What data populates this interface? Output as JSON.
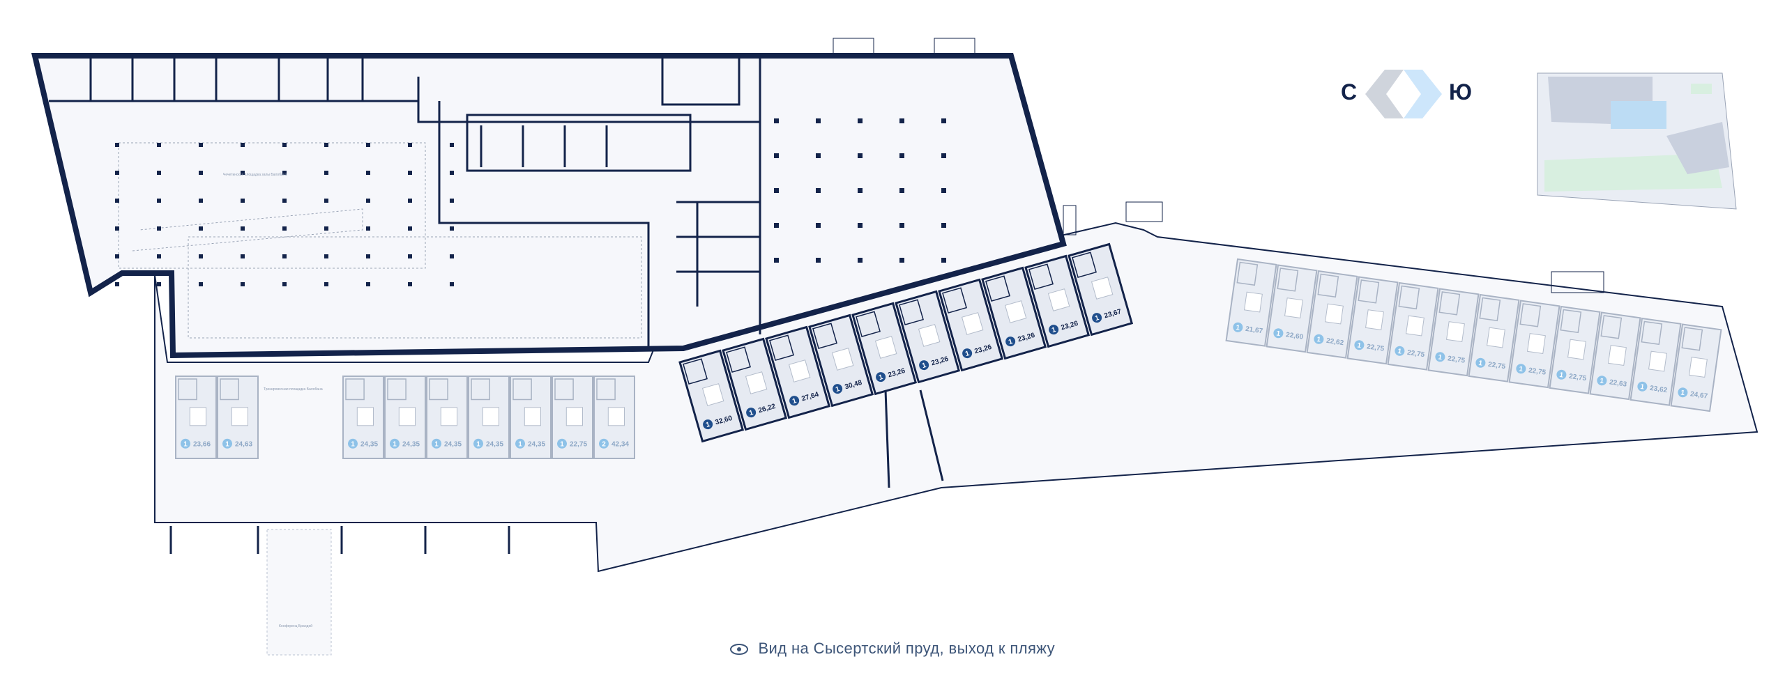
{
  "compass": {
    "north": "С",
    "south": "Ю"
  },
  "view_caption": "Вид на Сысертский пруд, выход к пляжу",
  "colors": {
    "wall": "#13234a",
    "floor": "#f6f7fb",
    "unit_selected": "#e6eaf2",
    "unit_faded": "#e9edf4",
    "badge_dark": "#1f4e8c",
    "badge_light": "#8ec2e8",
    "minimap_highlight": "#bcdcf4",
    "minimap_green": "#d8efe0",
    "minimap_block": "#c9d0de"
  },
  "rooms": {
    "hall_label": "Чечетинская площадка залы Балобана",
    "lobby_label": "Тренировочная площадка Балобана",
    "pier_label": "Конференц Брандей"
  },
  "units_left": [
    {
      "rooms": "1",
      "area": "23,66"
    },
    {
      "rooms": "1",
      "area": "24,63"
    },
    {
      "rooms": "1",
      "area": "24,35"
    },
    {
      "rooms": "1",
      "area": "24,35"
    },
    {
      "rooms": "1",
      "area": "24,35"
    },
    {
      "rooms": "1",
      "area": "24,35"
    },
    {
      "rooms": "1",
      "area": "24,35"
    },
    {
      "rooms": "1",
      "area": "22,75"
    },
    {
      "rooms": "2",
      "area": "42,34"
    }
  ],
  "units_center": [
    {
      "rooms": "1",
      "area": "32,60"
    },
    {
      "rooms": "1",
      "area": "26,22"
    },
    {
      "rooms": "1",
      "area": "27,64"
    },
    {
      "rooms": "1",
      "area": "30,48"
    },
    {
      "rooms": "1",
      "area": "23,26"
    },
    {
      "rooms": "1",
      "area": "23,26"
    },
    {
      "rooms": "1",
      "area": "23,26"
    },
    {
      "rooms": "1",
      "area": "23,26"
    },
    {
      "rooms": "1",
      "area": "23,26"
    },
    {
      "rooms": "1",
      "area": "23,67"
    }
  ],
  "units_right": [
    {
      "rooms": "1",
      "area": "21,67"
    },
    {
      "rooms": "1",
      "area": "22,60"
    },
    {
      "rooms": "1",
      "area": "22,62"
    },
    {
      "rooms": "1",
      "area": "22,75"
    },
    {
      "rooms": "1",
      "area": "22,75"
    },
    {
      "rooms": "1",
      "area": "22,75"
    },
    {
      "rooms": "1",
      "area": "22,75"
    },
    {
      "rooms": "1",
      "area": "22,75"
    },
    {
      "rooms": "1",
      "area": "22,75"
    },
    {
      "rooms": "1",
      "area": "22,63"
    },
    {
      "rooms": "1",
      "area": "23,62"
    },
    {
      "rooms": "1",
      "area": "24,67"
    }
  ]
}
